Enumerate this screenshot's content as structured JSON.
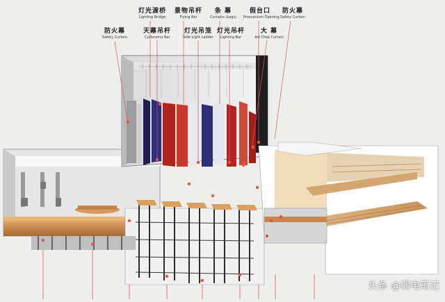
{
  "labels_top": [
    {
      "zh": "灯光渡桥",
      "en": "Lighting Bridge"
    },
    {
      "zh": "景物吊杆",
      "en": "Flying Bar"
    },
    {
      "zh": "条 幕",
      "en": "Curtains (Legs)"
    },
    {
      "zh": "假台口",
      "en": "Proscenium Opening"
    },
    {
      "zh": "防火幕",
      "en": "Safety Curtain"
    }
  ],
  "labels_second": [
    {
      "zh": "防火幕",
      "en": "Safety Curtain"
    },
    {
      "zh": "天幕吊杆",
      "en": "Cyclorama Bar"
    },
    {
      "zh": "灯光吊笼",
      "en": "Side Light Ladder"
    },
    {
      "zh": "灯光吊杆",
      "en": "Lighting Bar"
    },
    {
      "zh": "大 幕",
      "en": "Act Drop Curtain"
    }
  ],
  "watermark": {
    "text": "头条 @弱电笔记",
    "faint": "大白电气"
  },
  "colors": {
    "accent_line": "#e0564a",
    "curtain_red": "#b3241f",
    "curtain_blue": "#2c2e7a",
    "wood": "#c98a4a"
  }
}
